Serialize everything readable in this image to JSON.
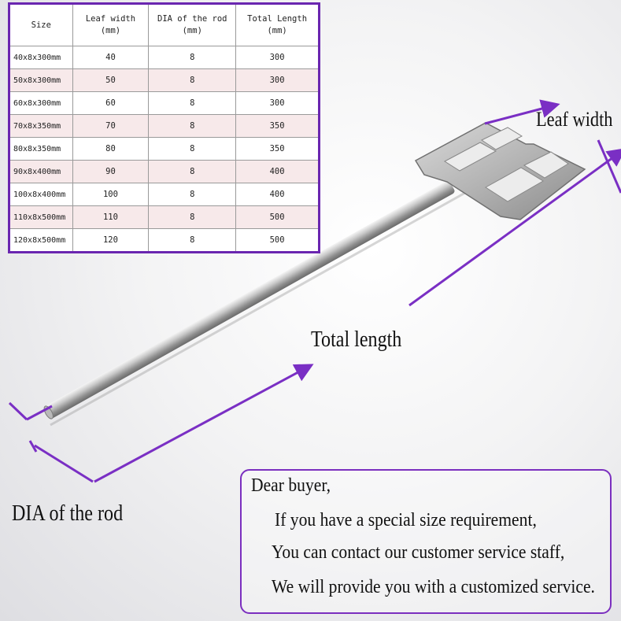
{
  "table": {
    "headers": [
      {
        "line1": "Size",
        "line2": ""
      },
      {
        "line1": "Leaf width",
        "line2": "(mm)"
      },
      {
        "line1": "DIA of the rod",
        "line2": "(mm)"
      },
      {
        "line1": "Total Length",
        "line2": "(mm)"
      }
    ],
    "rows": [
      [
        "40x8x300mm",
        "40",
        "8",
        "300"
      ],
      [
        "50x8x300mm",
        "50",
        "8",
        "300"
      ],
      [
        "60x8x300mm",
        "60",
        "8",
        "300"
      ],
      [
        "70x8x350mm",
        "70",
        "8",
        "350"
      ],
      [
        "80x8x350mm",
        "80",
        "8",
        "350"
      ],
      [
        "90x8x400mm",
        "90",
        "8",
        "400"
      ],
      [
        "100x8x400mm",
        "100",
        "8",
        "400"
      ],
      [
        "110x8x500mm",
        "110",
        "8",
        "500"
      ],
      [
        "120x8x500mm",
        "120",
        "8",
        "500"
      ]
    ]
  },
  "labels": {
    "leaf_width": "Leaf width",
    "total_length": "Total length",
    "dia_rod": "DIA of the rod"
  },
  "note": {
    "greeting": "Dear buyer,",
    "line1": "If you have a special size requirement,",
    "line2": "You can contact our customer service staff,",
    "line3": "We will provide you with a customized service."
  },
  "colors": {
    "accent": "#6a26b0",
    "arrow": "#7a2fc4",
    "row_alt": "#f7e9ea"
  }
}
